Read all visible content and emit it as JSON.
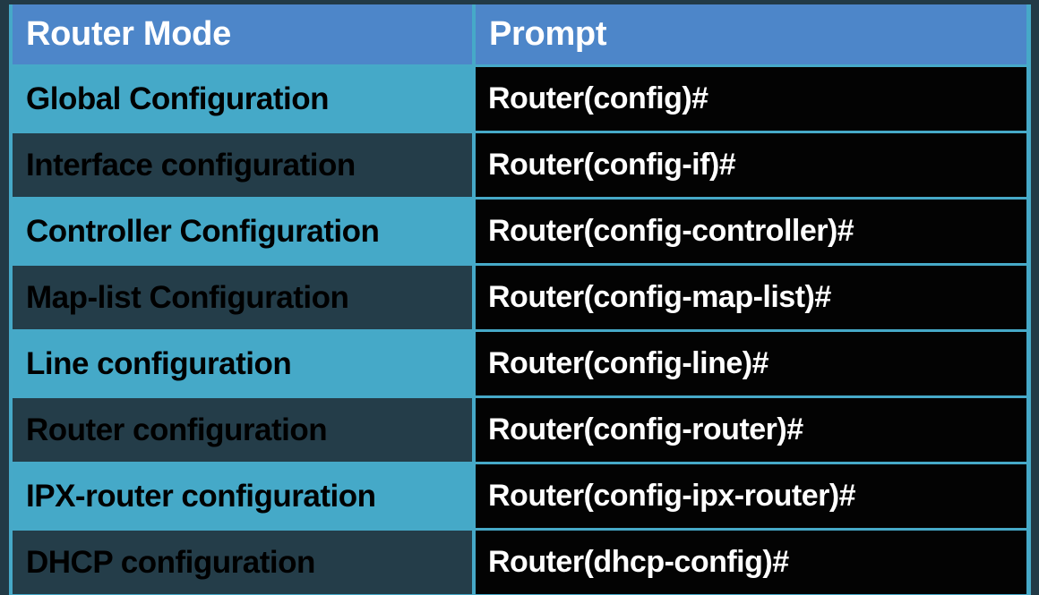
{
  "chart_data": {
    "type": "table",
    "title": "Router Mode vs Prompt reference table",
    "columns": [
      "Router Mode",
      "Prompt"
    ],
    "rows": [
      [
        "Global Configuration",
        "Router(config)#"
      ],
      [
        "Interface configuration",
        "Router(config-if)#"
      ],
      [
        "Controller Configuration",
        "Router(config-controller)#"
      ],
      [
        "Map-list Configuration",
        "Router(config-map-list)#"
      ],
      [
        "Line configuration",
        "Router(config-line)#"
      ],
      [
        "Router configuration",
        "Router(config-router)#"
      ],
      [
        "IPX-router configuration",
        "Router(config-ipx-router)#"
      ],
      [
        "DHCP configuration",
        "Router(dhcp-config)#"
      ]
    ],
    "layout": {
      "grid": "on",
      "header_position": "top",
      "row_striping": "alternating teal/dark on mode column, black prompt column"
    }
  },
  "table": {
    "header": {
      "router_mode": "Router Mode",
      "prompt": "Prompt"
    },
    "rows": [
      {
        "mode": "Global Configuration",
        "prompt": "Router(config)#"
      },
      {
        "mode": "Interface configuration",
        "prompt": "Router(config-if)#"
      },
      {
        "mode": "Controller Configuration",
        "prompt": "Router(config-controller)#"
      },
      {
        "mode": "Map-list Configuration",
        "prompt": "Router(config-map-list)#"
      },
      {
        "mode": "Line configuration",
        "prompt": "Router(config-line)#"
      },
      {
        "mode": "Router configuration",
        "prompt": "Router(config-router)#"
      },
      {
        "mode": "IPX-router configuration",
        "prompt": "Router(config-ipx-router)#"
      },
      {
        "mode": "DHCP configuration",
        "prompt": "Router(dhcp-config)#"
      }
    ]
  },
  "colors": {
    "header_bg": "#4d86c9",
    "header_text": "#ffffff",
    "teal_row_bg": "#45a9c8",
    "dark_row_bg": "#243d49",
    "prompt_cell_bg": "#030303",
    "prompt_text": "#ffffff",
    "mode_text": "#000000",
    "grid_border": "#46a9c8",
    "outer_background": "#223a46"
  }
}
